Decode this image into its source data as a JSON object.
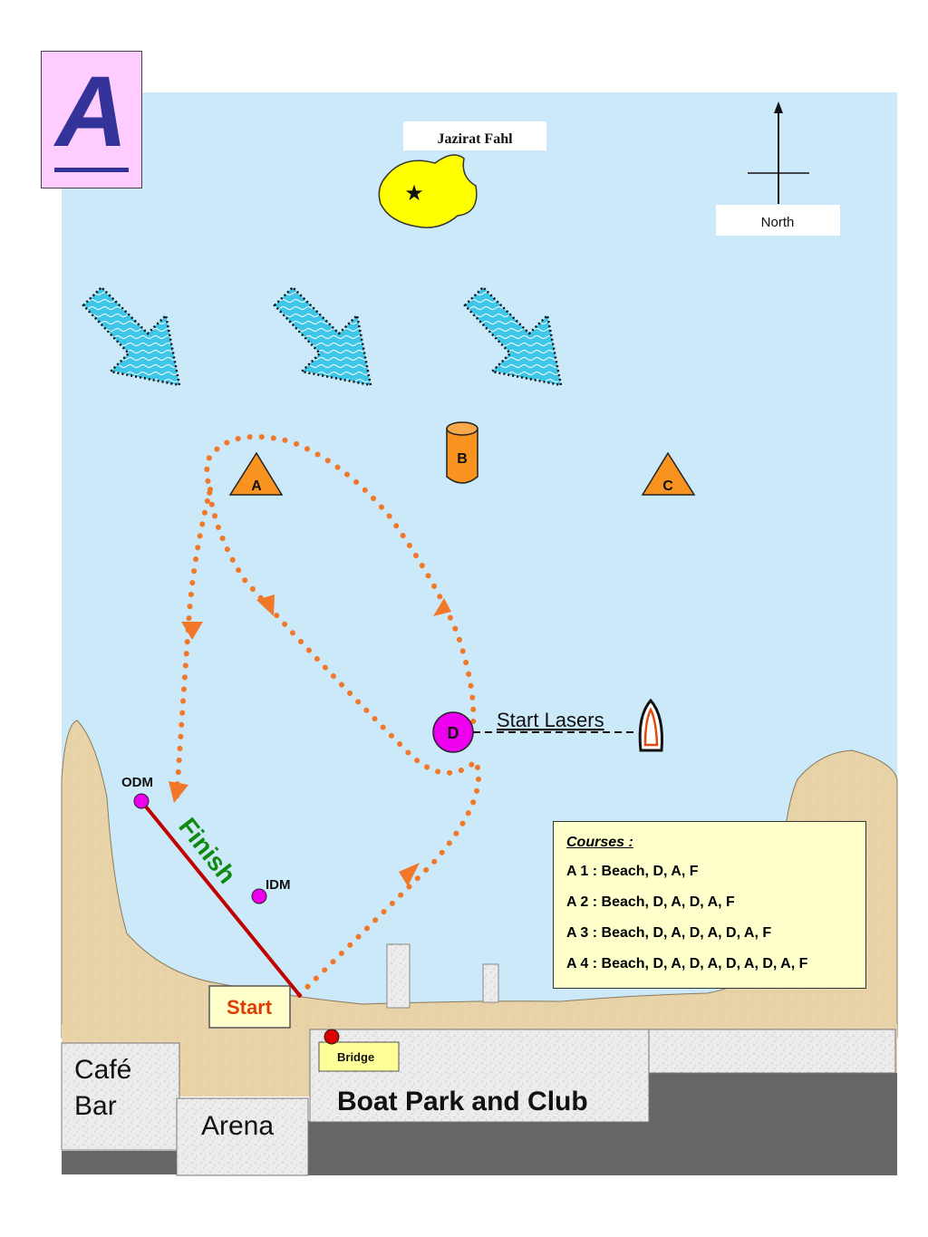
{
  "course_tag": "A",
  "island": {
    "name": "Jazirat Fahl",
    "symbol": "★"
  },
  "compass": {
    "label": "North"
  },
  "marks": {
    "a": "A",
    "b": "B",
    "c": "C",
    "d": "D"
  },
  "labels": {
    "start_lasers": "Start Lasers",
    "odm": "ODM",
    "idm": "IDM",
    "finish": "Finish",
    "start": "Start",
    "bridge": "Bridge"
  },
  "buildings": {
    "cafe": "Café",
    "bar": "Bar",
    "arena": "Arena",
    "boat_park": "Boat Park and Club"
  },
  "courses": {
    "title": "Courses :",
    "items": [
      "A 1 : Beach, D, A, F",
      "A 2 : Beach, D, A, D, A, F",
      "A 3 : Beach, D, A, D, A, D, A, F",
      "A 4 : Beach, D, A, D, A, D, A, D, A, F"
    ]
  },
  "colors": {
    "water": "#cce9fa",
    "sand": "#e6d2a8",
    "route": "#f07828",
    "finish_line": "#c00000",
    "mark": "#f7931e",
    "buoy": "#ee00ee",
    "island": "#ffff00",
    "building": "#e9e9e9",
    "road": "#666666",
    "finish_text": "#0f8a0f",
    "start_text": "#e03c00"
  }
}
